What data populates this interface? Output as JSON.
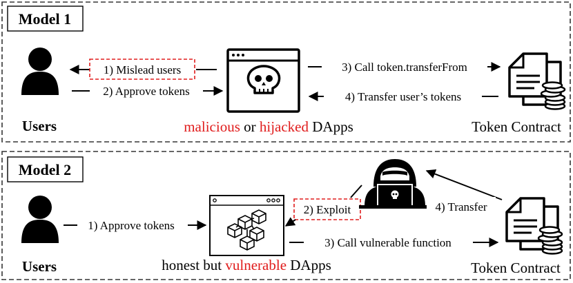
{
  "model1": {
    "title": "Model 1",
    "users_label": "Users",
    "step1": "1) Mislead users",
    "step2": "2) Approve tokens",
    "step3": "3) Call token.transferFrom",
    "step4": "4) Transfer user’s tokens",
    "dapp_caption": {
      "w1": "malicious",
      "w2": " or ",
      "w3": "hijacked",
      "w4": " DApps"
    },
    "token_label": "Token Contract"
  },
  "model2": {
    "title": "Model 2",
    "users_label": "Users",
    "step1": "1) Approve tokens",
    "step2": "2) Exploit",
    "step3": "3) Call vulnerable function",
    "step4": "4) Transfer",
    "dapp_caption": {
      "w1": "honest but ",
      "w2": "vulnerable",
      "w3": " DApps"
    },
    "token_label": "Token Contract"
  },
  "colors": {
    "highlight": "#e01b1b",
    "frame": "#333333",
    "ink": "#000000"
  },
  "icons": [
    "user-icon",
    "skull-browser-icon",
    "token-contract-icon",
    "hacker-icon",
    "blockchain-browser-icon"
  ]
}
